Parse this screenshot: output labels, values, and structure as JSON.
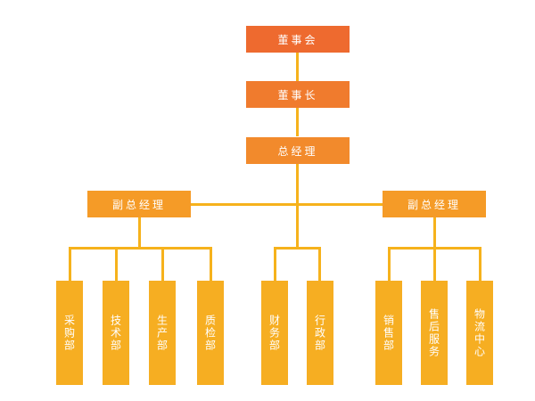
{
  "org_chart": {
    "board": "董事会",
    "chairman": "董事长",
    "general_manager": "总经理",
    "left_vp": {
      "title": "副总经理",
      "departments": [
        "采购部",
        "技术部",
        "生产部",
        "质检部"
      ]
    },
    "center_departments": [
      "财务部",
      "行政部"
    ],
    "right_vp": {
      "title": "副总经理",
      "departments": [
        "销售部",
        "售后服务",
        "物流中心"
      ]
    }
  },
  "colors": {
    "level_0": "#EE6A2F",
    "level_1": "#F07B2D",
    "level_2": "#F28A2C",
    "level_3": "#F59B27",
    "level_4": "#F6AE22",
    "connector": "#F6B21C"
  }
}
